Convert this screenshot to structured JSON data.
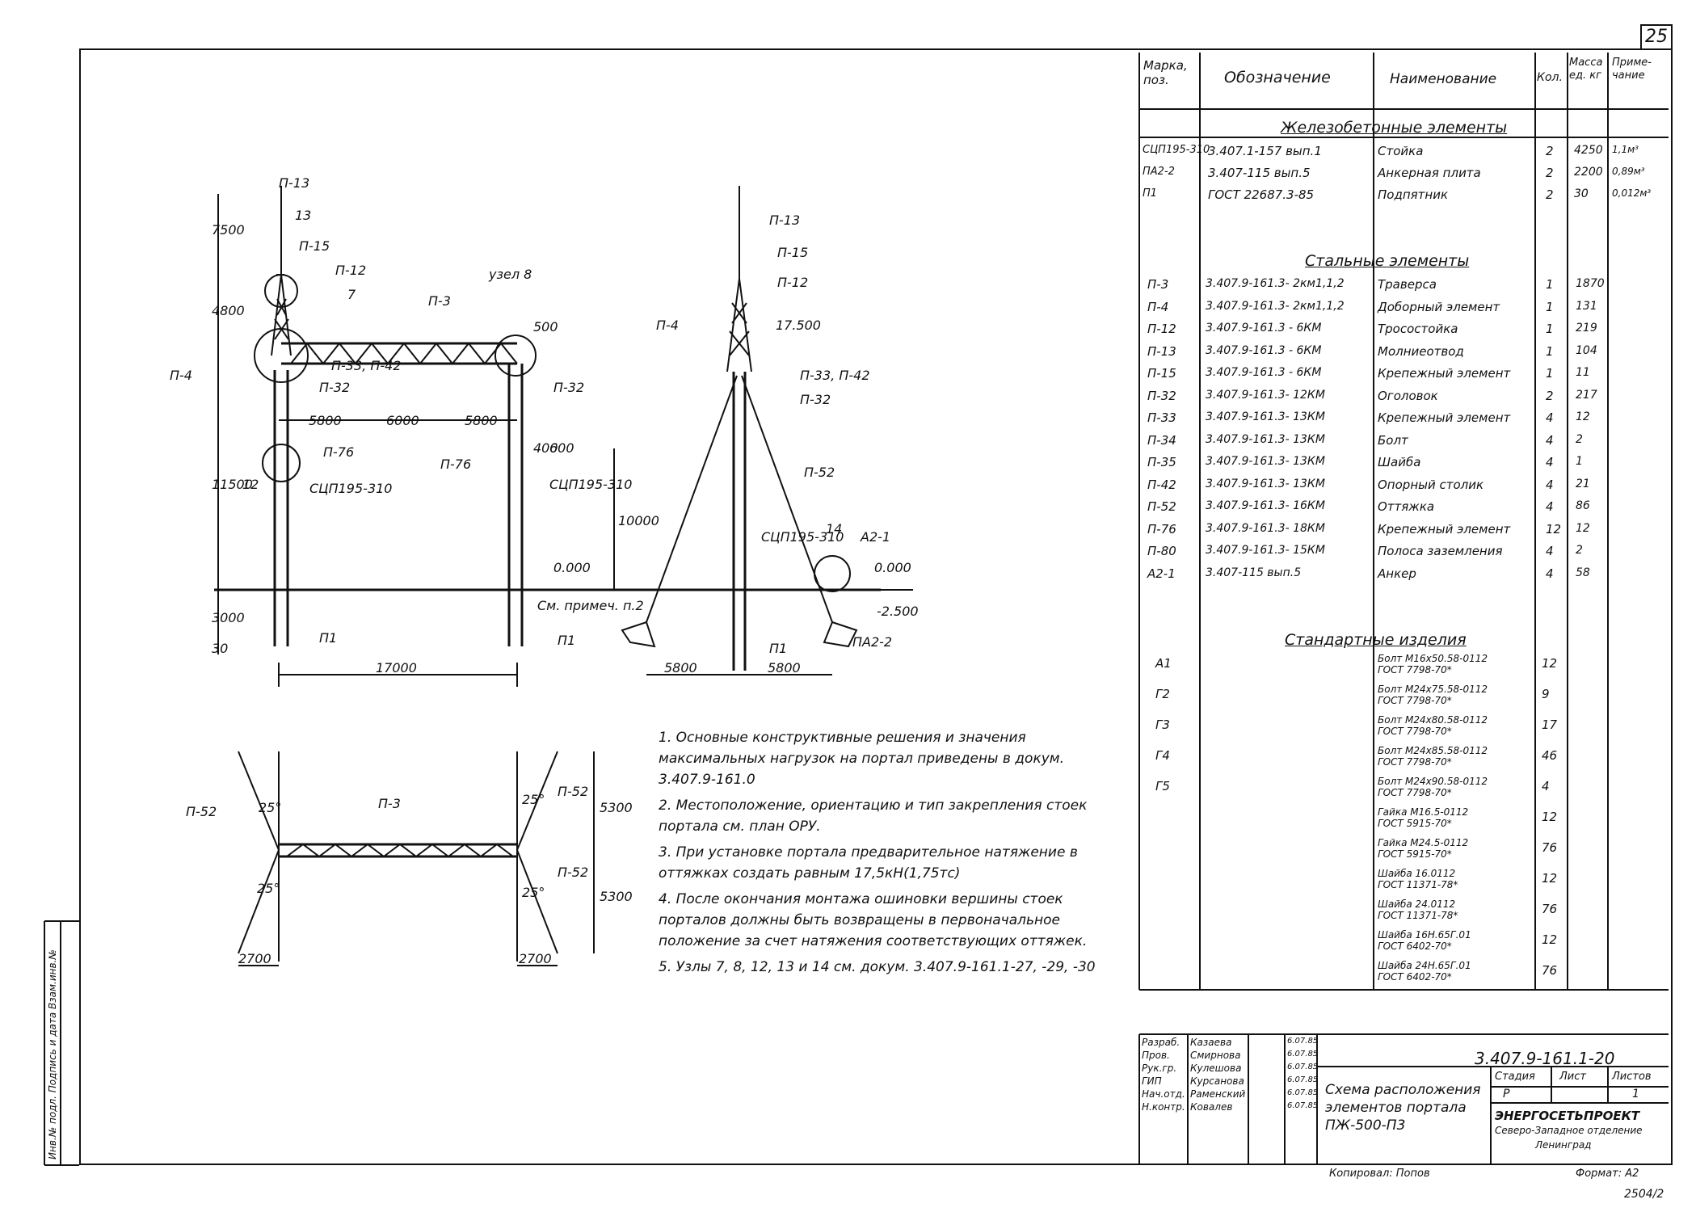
{
  "sheet_number": "25",
  "headers": {
    "mark": "Марка, поз.",
    "designation": "Обозначение",
    "name": "Наименование",
    "qty": "Кол.",
    "mass": "Масса ед. кг",
    "note": "Приме- чание"
  },
  "sections": {
    "rc": "Железобетонные элементы",
    "steel": "Стальные элементы",
    "std": "Стандартные изделия"
  },
  "rc_rows": [
    {
      "mark": "СЦП195-310",
      "des": "3.407.1-157 вып.1",
      "name": "Стойка",
      "qty": "2",
      "mass": "4250",
      "note": "1,1м³"
    },
    {
      "mark": "ПА2-2",
      "des": "3.407-115 вып.5",
      "name": "Анкерная плита",
      "qty": "2",
      "mass": "2200",
      "note": "0,89м³"
    },
    {
      "mark": "П1",
      "des": "ГОСТ 22687.3-85",
      "name": "Подпятник",
      "qty": "2",
      "mass": "30",
      "note": "0,012м³"
    }
  ],
  "steel_rows": [
    {
      "mark": "П-3",
      "des": "3.407.9-161.3- 2км1,1,2",
      "name": "Траверса",
      "qty": "1",
      "mass": "1870"
    },
    {
      "mark": "П-4",
      "des": "3.407.9-161.3- 2км1,1,2",
      "name": "Доборный элемент",
      "qty": "1",
      "mass": "131"
    },
    {
      "mark": "П-12",
      "des": "3.407.9-161.3 - 6КМ",
      "name": "Тросостойка",
      "qty": "1",
      "mass": "219"
    },
    {
      "mark": "П-13",
      "des": "3.407.9-161.3 - 6КМ",
      "name": "Молниеотвод",
      "qty": "1",
      "mass": "104"
    },
    {
      "mark": "П-15",
      "des": "3.407.9-161.3 - 6КМ",
      "name": "Крепежный элемент",
      "qty": "1",
      "mass": "11"
    },
    {
      "mark": "П-32",
      "des": "3.407.9-161.3- 12КМ",
      "name": "Оголовок",
      "qty": "2",
      "mass": "217"
    },
    {
      "mark": "П-33",
      "des": "3.407.9-161.3- 13КМ",
      "name": "Крепежный элемент",
      "qty": "4",
      "mass": "12"
    },
    {
      "mark": "П-34",
      "des": "3.407.9-161.3- 13КМ",
      "name": "Болт",
      "qty": "4",
      "mass": "2"
    },
    {
      "mark": "П-35",
      "des": "3.407.9-161.3- 13КМ",
      "name": "Шайба",
      "qty": "4",
      "mass": "1"
    },
    {
      "mark": "П-42",
      "des": "3.407.9-161.3- 13КМ",
      "name": "Опорный столик",
      "qty": "4",
      "mass": "21"
    },
    {
      "mark": "П-52",
      "des": "3.407.9-161.3- 16КМ",
      "name": "Оттяжка",
      "qty": "4",
      "mass": "86"
    },
    {
      "mark": "П-76",
      "des": "3.407.9-161.3- 18КМ",
      "name": "Крепежный элемент",
      "qty": "12",
      "mass": "12"
    },
    {
      "mark": "П-80",
      "des": "3.407.9-161.3- 15КМ",
      "name": "Полоса заземления",
      "qty": "4",
      "mass": "2"
    },
    {
      "mark": "А2-1",
      "des": "3.407-115 вып.5",
      "name": "Анкер",
      "qty": "4",
      "mass": "58"
    }
  ],
  "std_rows": [
    {
      "mark": "А1",
      "name1": "Болт М16х50.58-0112",
      "name2": "ГОСТ 7798-70*",
      "qty": "12"
    },
    {
      "mark": "Г2",
      "name1": "Болт М24х75.58-0112",
      "name2": "ГОСТ 7798-70*",
      "qty": "9"
    },
    {
      "mark": "Г3",
      "name1": "Болт М24х80.58-0112",
      "name2": "ГОСТ 7798-70*",
      "qty": "17"
    },
    {
      "mark": "Г4",
      "name1": "Болт М24х85.58-0112",
      "name2": "ГОСТ 7798-70*",
      "qty": "46"
    },
    {
      "mark": "Г5",
      "name1": "Болт М24х90.58-0112",
      "name2": "ГОСТ 7798-70*",
      "qty": "4"
    },
    {
      "mark": "",
      "name1": "Гайка М16.5-0112",
      "name2": "ГОСТ 5915-70*",
      "qty": "12"
    },
    {
      "mark": "",
      "name1": "Гайка М24.5-0112",
      "name2": "ГОСТ 5915-70*",
      "qty": "76"
    },
    {
      "mark": "",
      "name1": "Шайба 16.0112",
      "name2": "ГОСТ 11371-78*",
      "qty": "12"
    },
    {
      "mark": "",
      "name1": "Шайба 24.0112",
      "name2": "ГОСТ 11371-78*",
      "qty": "76"
    },
    {
      "mark": "",
      "name1": "Шайба 16Н.65Г.01",
      "name2": "ГОСТ 6402-70*",
      "qty": "12"
    },
    {
      "mark": "",
      "name1": "Шайба 24Н.65Г.01",
      "name2": "ГОСТ 6402-70*",
      "qty": "76"
    }
  ],
  "notes": [
    "1. Основные конструктивные решения и значения максимальных нагрузок на портал приведены в докум. 3.407.9-161.0",
    "2. Местоположение, ориентацию и тип закрепления стоек портала см. план ОРУ.",
    "3. При установке портала предварительное натяжение в оттяжках создать равным 17,5кН(1,75тс)",
    "4. После окончания монтажа ошиновки вершины стоек порталов должны быть возвращены в первоначальное положение за счет натяжения соответствующих оттяжек.",
    "5. Узлы 7, 8, 12, 13 и 14 см. докум. 3.407.9-161.1-27, -29, -30"
  ],
  "drawing_labels": {
    "p13": "П-13",
    "n13": "13",
    "p15": "П-15",
    "p12": "П-12",
    "n7": "7",
    "p3": "П-3",
    "uz8": "узел 8",
    "p4": "П-4",
    "p33p42": "П-33, П-42",
    "p32": "П-32",
    "p76": "П-76",
    "n12": "12",
    "scp": "СЦП195-310",
    "p1": "П1",
    "p52": "П-52",
    "a21": "А2-1",
    "pa22": "ПА2-2",
    "n14": "14",
    "snote": "См. примеч. п.2",
    "d7500": "7500",
    "d4800": "4800",
    "d11500": "11500",
    "d3000": "3000",
    "d30": "30",
    "d5800": "5800",
    "d6000": "6000",
    "d17000": "17000",
    "d500": "500",
    "d10000": "10000",
    "d17500": "17.500",
    "d0": "0.000",
    "dm2500": "-2.500",
    "d2700": "2700",
    "d5300": "5300",
    "a25": "25°",
    "d400": "400",
    "d600": "600"
  },
  "title_block": {
    "roles": [
      "Разраб.",
      "Пров.",
      "Рук.гр.",
      "ГИП",
      "Нач.отд.",
      "Н.контр."
    ],
    "names": [
      "Казаева",
      "Смирнова",
      "Кулешова",
      "Курсанова",
      "Раменский",
      "Ковалев"
    ],
    "dates": [
      "6.07.85",
      "6.07.85",
      "6.07.85",
      "6.07.85",
      "6.07.85",
      "6.07.85"
    ],
    "doc_code": "3.407.9-161.1-20",
    "title": "Схема расположения элементов портала ПЖ-500-П3",
    "stage_label": "Стадия",
    "sheet_label": "Лист",
    "sheets_label": "Листов",
    "stage": "Р",
    "sheets": "1",
    "org1": "ЭНЕРГОСЕТЬПРОЕКТ",
    "org2": "Северо-Западное отделение",
    "org3": "Ленинград",
    "copied": "Копировал: Попов",
    "format": "Формат: А2",
    "stamp": "2504/2",
    "side_strip": "Инв.№ подл. Подпись и дата Взам.инв.№"
  }
}
